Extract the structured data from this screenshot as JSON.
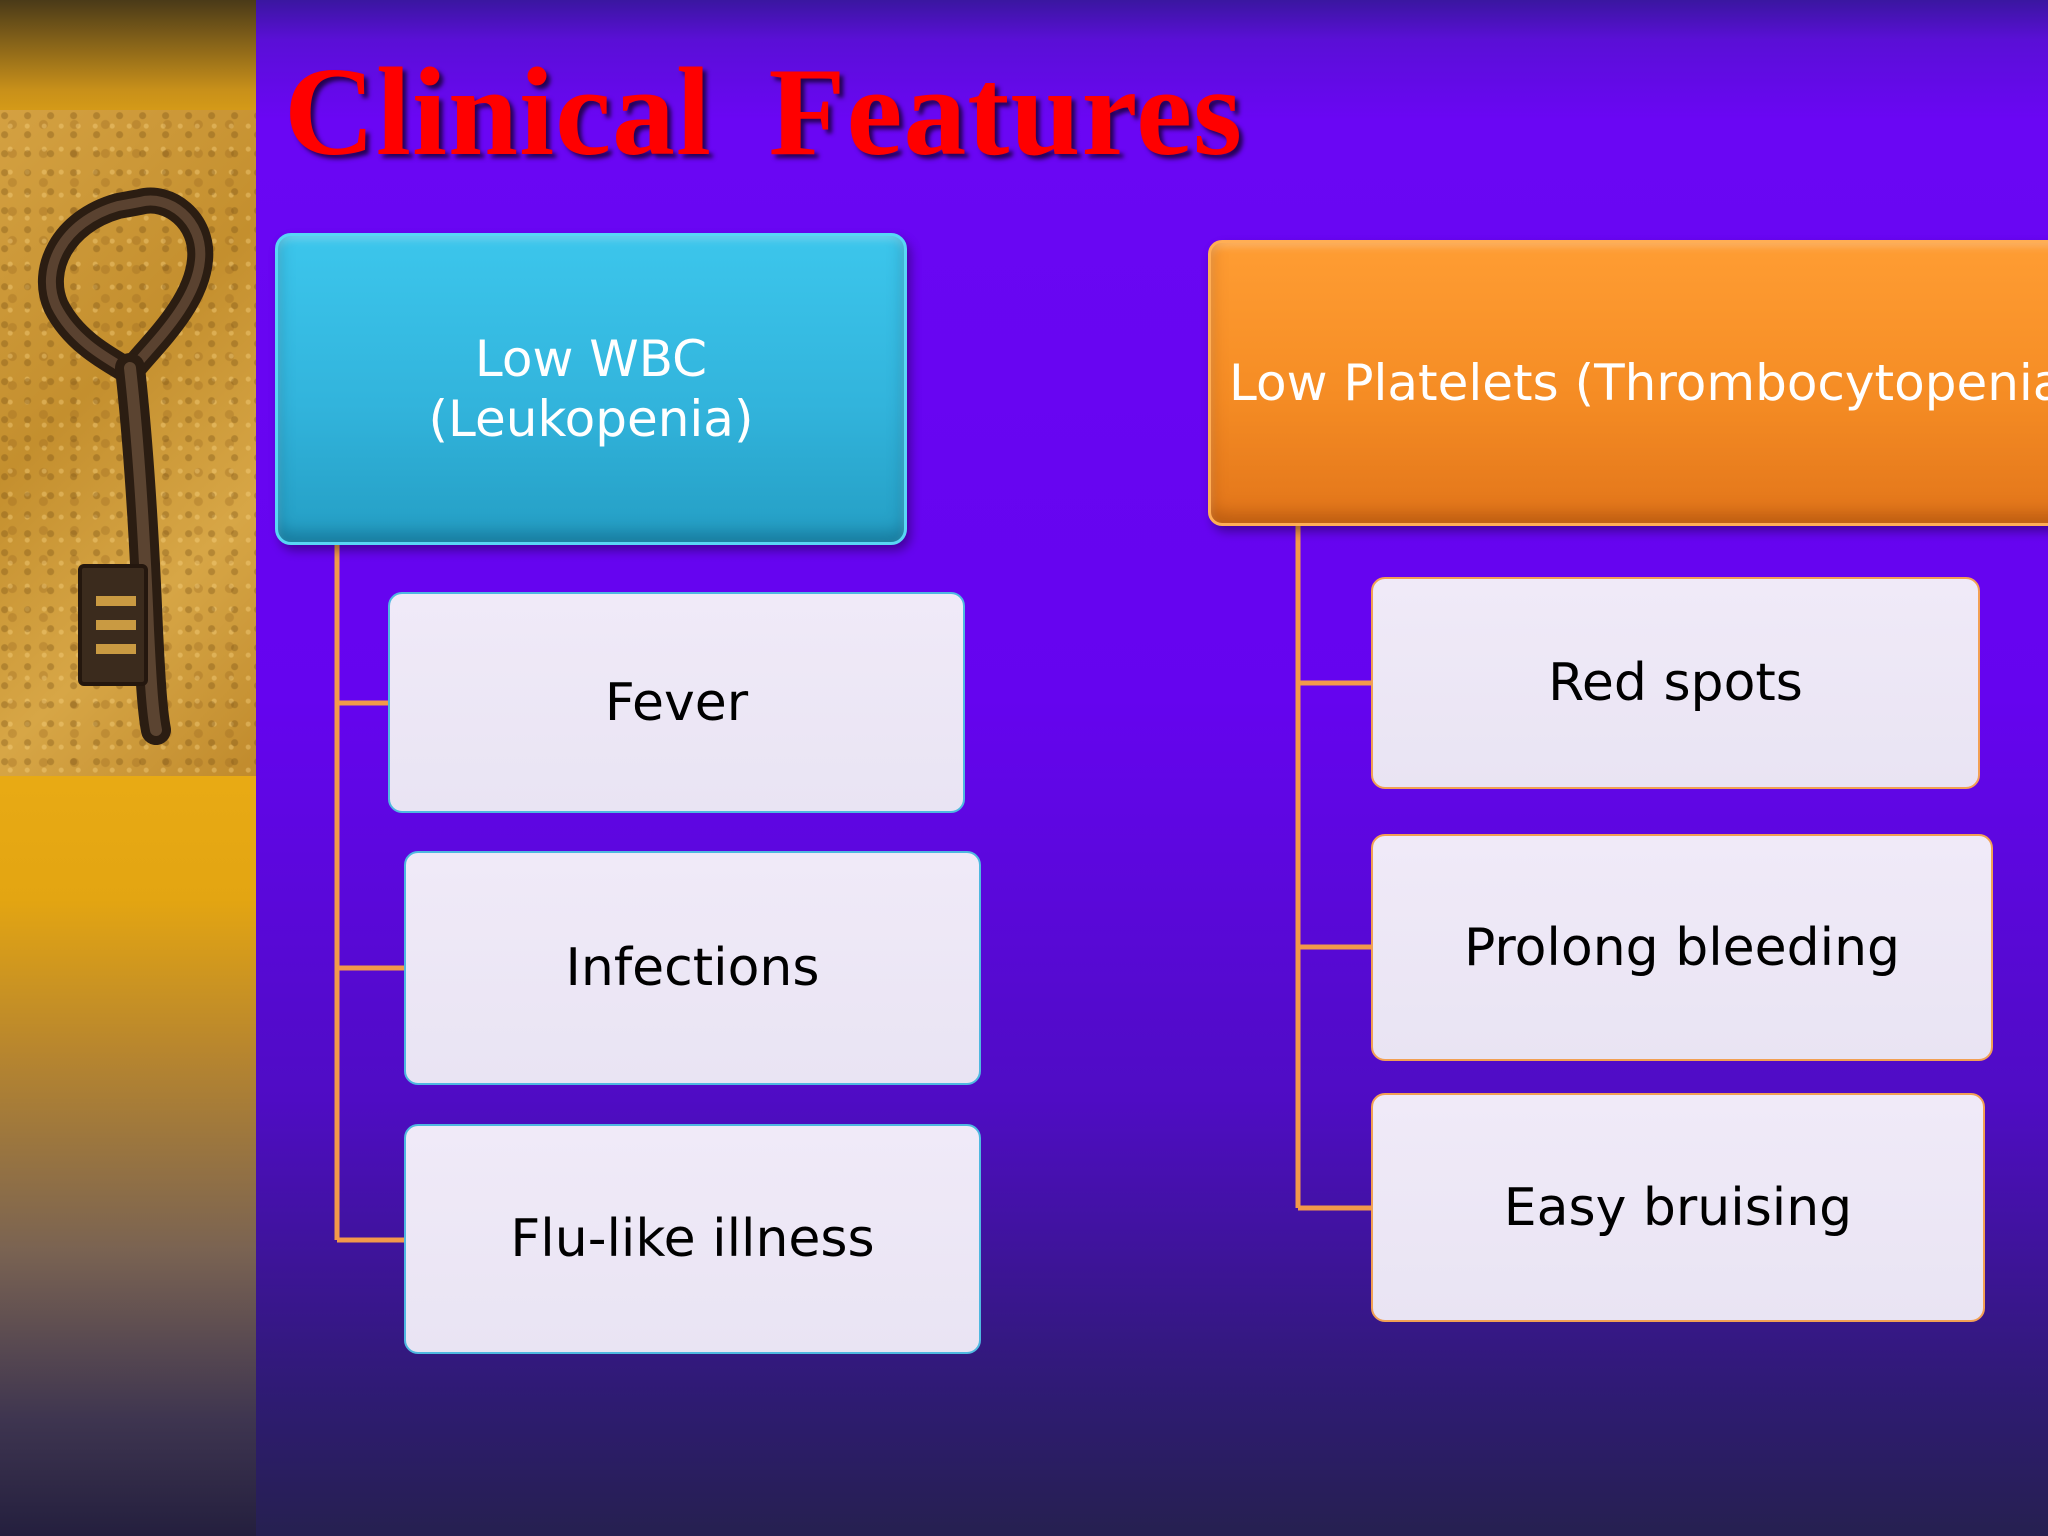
{
  "slide": {
    "title": "Clinical  Features"
  },
  "diagram": {
    "branches": [
      {
        "header": "Low  WBC\n(Leukopenia)",
        "color": "#32b4dc",
        "items": [
          "Fever",
          "Infections",
          "Flu-like illness"
        ]
      },
      {
        "header": "Low Platelets (Thrombocytopenia)",
        "color": "#f58c24",
        "items": [
          "Red spots",
          "Prolong bleeding",
          "Easy bruising"
        ]
      }
    ],
    "connector_color": "#f2994a"
  },
  "decor": {
    "image": "rusty-key-photo"
  }
}
